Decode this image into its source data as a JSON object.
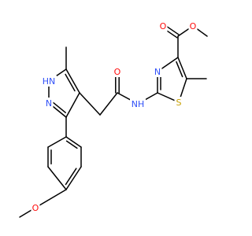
{
  "colors": {
    "bond": "#000000",
    "nitrogen": "#3050F8",
    "oxygen": "#FF0D0D",
    "sulfur": "#C8A000",
    "background": "#FFFFFF"
  },
  "atoms": [
    {
      "id": "ome_c",
      "label": ""
    },
    {
      "id": "ome_o",
      "label": "O",
      "element": "oxygen"
    },
    {
      "id": "ar_c1",
      "label": ""
    },
    {
      "id": "ar_c2",
      "label": ""
    },
    {
      "id": "ar_c3",
      "label": ""
    },
    {
      "id": "ar_c4",
      "label": ""
    },
    {
      "id": "ar_c5",
      "label": ""
    },
    {
      "id": "ar_c6",
      "label": ""
    },
    {
      "id": "pz_c3",
      "label": ""
    },
    {
      "id": "pz_n2",
      "label": "N",
      "element": "nitrogen"
    },
    {
      "id": "pz_n1",
      "label": "NH",
      "label_prefix": "H",
      "label_main": "N",
      "element": "nitrogen"
    },
    {
      "id": "pz_c5",
      "label": ""
    },
    {
      "id": "pz_c4",
      "label": ""
    },
    {
      "id": "pz_me",
      "label": ""
    },
    {
      "id": "ch2",
      "label": ""
    },
    {
      "id": "amide_c",
      "label": ""
    },
    {
      "id": "amide_o",
      "label": "O",
      "element": "oxygen"
    },
    {
      "id": "amide_n",
      "label": "NH",
      "label_main": "N",
      "label_suffix": "H",
      "element": "nitrogen"
    },
    {
      "id": "tz_c2",
      "label": ""
    },
    {
      "id": "tz_n3",
      "label": "N",
      "element": "nitrogen"
    },
    {
      "id": "tz_c4",
      "label": ""
    },
    {
      "id": "tz_c5",
      "label": ""
    },
    {
      "id": "tz_s1",
      "label": "S",
      "element": "sulfur"
    },
    {
      "id": "tz_me",
      "label": ""
    },
    {
      "id": "ester_c",
      "label": ""
    },
    {
      "id": "ester_o_dbl",
      "label": "O",
      "element": "oxygen"
    },
    {
      "id": "ester_o",
      "label": "O",
      "element": "oxygen"
    },
    {
      "id": "ester_me",
      "label": ""
    }
  ],
  "bonds": [
    {
      "a": "ome_c",
      "b": "ome_o",
      "order": 1
    },
    {
      "a": "ome_o",
      "b": "ar_c4",
      "order": 1
    },
    {
      "a": "ar_c1",
      "b": "ar_c2",
      "order": 2
    },
    {
      "a": "ar_c2",
      "b": "ar_c3",
      "order": 1
    },
    {
      "a": "ar_c3",
      "b": "ar_c4",
      "order": 2
    },
    {
      "a": "ar_c4",
      "b": "ar_c5",
      "order": 1
    },
    {
      "a": "ar_c5",
      "b": "ar_c6",
      "order": 2
    },
    {
      "a": "ar_c6",
      "b": "ar_c1",
      "order": 1
    },
    {
      "a": "ar_c1",
      "b": "pz_c3",
      "order": 1
    },
    {
      "a": "pz_c3",
      "b": "pz_n2",
      "order": 2
    },
    {
      "a": "pz_n2",
      "b": "pz_n1",
      "order": 1
    },
    {
      "a": "pz_n1",
      "b": "pz_c5",
      "order": 1
    },
    {
      "a": "pz_c5",
      "b": "pz_c4",
      "order": 2
    },
    {
      "a": "pz_c4",
      "b": "pz_c3",
      "order": 1
    },
    {
      "a": "pz_c5",
      "b": "pz_me",
      "order": 1
    },
    {
      "a": "pz_c4",
      "b": "ch2",
      "order": 1
    },
    {
      "a": "ch2",
      "b": "amide_c",
      "order": 1
    },
    {
      "a": "amide_c",
      "b": "amide_o",
      "order": 2
    },
    {
      "a": "amide_c",
      "b": "amide_n",
      "order": 1
    },
    {
      "a": "amide_n",
      "b": "tz_c2",
      "order": 1
    },
    {
      "a": "tz_c2",
      "b": "tz_n3",
      "order": 2
    },
    {
      "a": "tz_n3",
      "b": "tz_c4",
      "order": 1
    },
    {
      "a": "tz_c4",
      "b": "tz_c5",
      "order": 2
    },
    {
      "a": "tz_c5",
      "b": "tz_s1",
      "order": 1
    },
    {
      "a": "tz_s1",
      "b": "tz_c2",
      "order": 1
    },
    {
      "a": "tz_c5",
      "b": "tz_me",
      "order": 1
    },
    {
      "a": "tz_c4",
      "b": "ester_c",
      "order": 1
    },
    {
      "a": "ester_c",
      "b": "ester_o_dbl",
      "order": 2
    },
    {
      "a": "ester_c",
      "b": "ester_o",
      "order": 1
    },
    {
      "a": "ester_o",
      "b": "ester_me",
      "order": 1
    }
  ]
}
